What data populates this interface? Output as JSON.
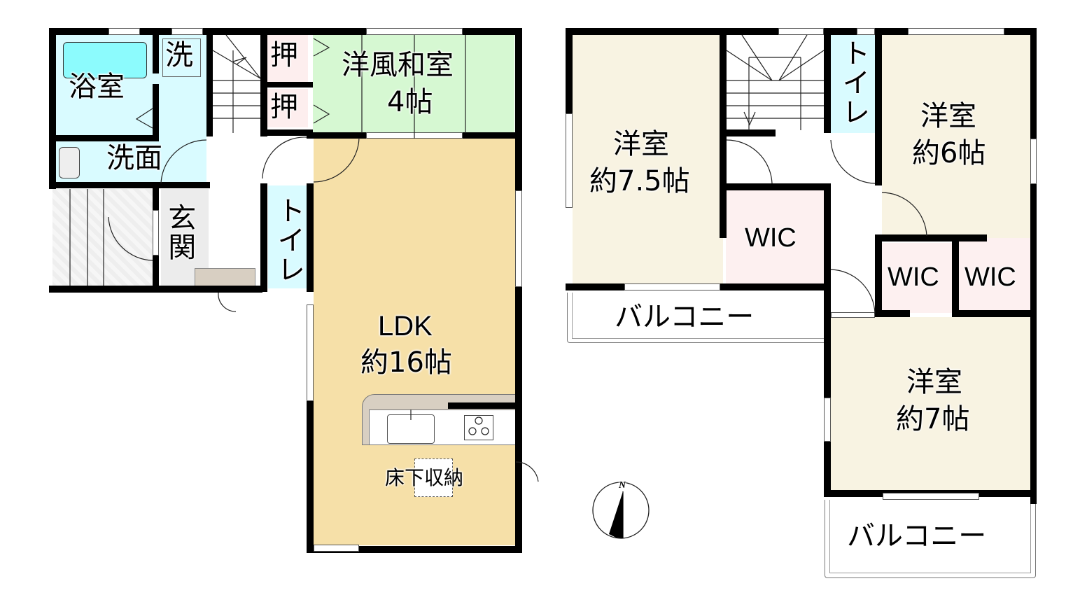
{
  "floor_plan": {
    "first_floor": {
      "rooms": [
        {
          "id": "bath",
          "label": "浴室",
          "color": "#d9fbff"
        },
        {
          "id": "laundry",
          "label": "洗",
          "color": "#d9fbff"
        },
        {
          "id": "washroom",
          "label": "洗面",
          "color": "#d9fbff"
        },
        {
          "id": "closet-1",
          "label": "押",
          "color": "#fdeeee"
        },
        {
          "id": "closet-2",
          "label": "押",
          "color": "#fdeeee"
        },
        {
          "id": "japanese-room",
          "label": "洋風和室",
          "size": "4帖",
          "color": "#d6f8d2"
        },
        {
          "id": "entrance",
          "label": "玄関",
          "color": "#ececec"
        },
        {
          "id": "toilet",
          "label": "トイレ",
          "color": "#d9fbff"
        },
        {
          "id": "ldk",
          "label": "LDK",
          "size": "約16帖",
          "color": "#f6e0a8"
        }
      ],
      "fixtures": {
        "underfloor_storage": "床下収納"
      }
    },
    "second_floor": {
      "rooms": [
        {
          "id": "western-room-75",
          "label": "洋室",
          "size": "約7.5帖",
          "color": "#f8f3e2"
        },
        {
          "id": "toilet-2f",
          "label": "トイレ",
          "color": "#d9fbff"
        },
        {
          "id": "western-room-6",
          "label": "洋室",
          "size": "約6帖",
          "color": "#f8f3e2"
        },
        {
          "id": "wic-1",
          "label": "WIC",
          "color": "#fdf0f0"
        },
        {
          "id": "wic-2",
          "label": "WIC",
          "color": "#fdf0f0"
        },
        {
          "id": "wic-3",
          "label": "WIC",
          "color": "#fdf0f0"
        },
        {
          "id": "balcony-1",
          "label": "バルコニー",
          "color": "#ffffff"
        },
        {
          "id": "western-room-7",
          "label": "洋室",
          "size": "約7帖",
          "color": "#f8f3e2"
        },
        {
          "id": "balcony-2",
          "label": "バルコニー",
          "color": "#ffffff"
        }
      ]
    },
    "compass": {
      "label": "N"
    }
  }
}
